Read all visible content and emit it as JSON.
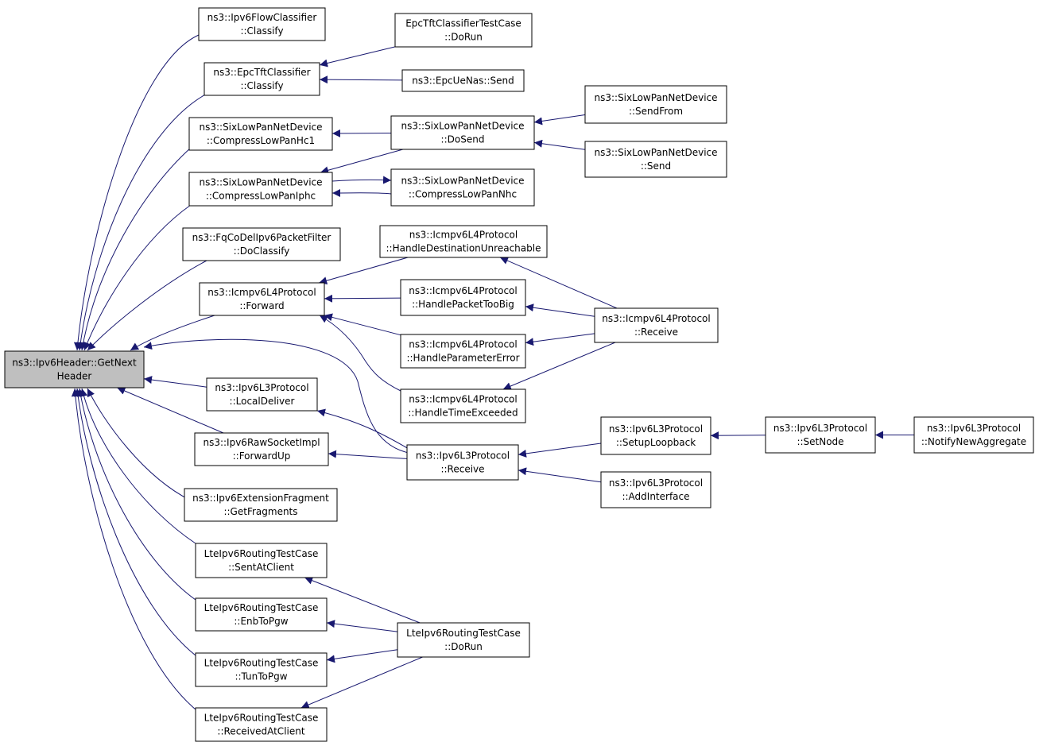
{
  "colors": {
    "edge": "#191970",
    "node_fill": "#ffffff",
    "root_fill": "#bfbfbf",
    "node_stroke": "#000000",
    "background": "#ffffff"
  },
  "nodes": [
    {
      "id": "root",
      "lines": [
        "ns3::Ipv6Header::GetNext",
        "Header"
      ],
      "highlight": true
    },
    {
      "id": "flowcls",
      "lines": [
        "ns3::Ipv6FlowClassifier",
        "::Classify"
      ]
    },
    {
      "id": "epccls",
      "lines": [
        "ns3::EpcTftClassifier",
        "::Classify"
      ]
    },
    {
      "id": "comphc1",
      "lines": [
        "ns3::SixLowPanNetDevice",
        "::CompressLowPanHc1"
      ]
    },
    {
      "id": "compiphc",
      "lines": [
        "ns3::SixLowPanNetDevice",
        "::CompressLowPanIphc"
      ]
    },
    {
      "id": "fqcodel",
      "lines": [
        "ns3::FqCoDelIpv6PacketFilter",
        "::DoClassify"
      ]
    },
    {
      "id": "icmpfwd",
      "lines": [
        "ns3::Icmpv6L4Protocol",
        "::Forward"
      ]
    },
    {
      "id": "localdeliver",
      "lines": [
        "ns3::Ipv6L3Protocol",
        "::LocalDeliver"
      ]
    },
    {
      "id": "rawfwd",
      "lines": [
        "ns3::Ipv6RawSocketImpl",
        "::ForwardUp"
      ]
    },
    {
      "id": "extfrag",
      "lines": [
        "ns3::Ipv6ExtensionFragment",
        "::GetFragments"
      ]
    },
    {
      "id": "sentclient",
      "lines": [
        "LteIpv6RoutingTestCase",
        "::SentAtClient"
      ]
    },
    {
      "id": "enbpgw",
      "lines": [
        "LteIpv6RoutingTestCase",
        "::EnbToPgw"
      ]
    },
    {
      "id": "tunpgw",
      "lines": [
        "LteIpv6RoutingTestCase",
        "::TunToPgw"
      ]
    },
    {
      "id": "recvclient",
      "lines": [
        "LteIpv6RoutingTestCase",
        "::ReceivedAtClient"
      ]
    },
    {
      "id": "epctestrun",
      "lines": [
        "EpcTftClassifierTestCase",
        "::DoRun"
      ]
    },
    {
      "id": "uenas",
      "lines": [
        "ns3::EpcUeNas::Send"
      ]
    },
    {
      "id": "dosend",
      "lines": [
        "ns3::SixLowPanNetDevice",
        "::DoSend"
      ]
    },
    {
      "id": "compnhc",
      "lines": [
        "ns3::SixLowPanNetDevice",
        "::CompressLowPanNhc"
      ]
    },
    {
      "id": "destunreach",
      "lines": [
        "ns3::Icmpv6L4Protocol",
        "::HandleDestinationUnreachable"
      ]
    },
    {
      "id": "pkttoobig",
      "lines": [
        "ns3::Icmpv6L4Protocol",
        "::HandlePacketTooBig"
      ]
    },
    {
      "id": "paramerr",
      "lines": [
        "ns3::Icmpv6L4Protocol",
        "::HandleParameterError"
      ]
    },
    {
      "id": "timeexc",
      "lines": [
        "ns3::Icmpv6L4Protocol",
        "::HandleTimeExceeded"
      ]
    },
    {
      "id": "l3recv",
      "lines": [
        "ns3::Ipv6L3Protocol",
        "::Receive"
      ]
    },
    {
      "id": "ltedorun",
      "lines": [
        "LteIpv6RoutingTestCase",
        "::DoRun"
      ]
    },
    {
      "id": "sendfrom",
      "lines": [
        "ns3::SixLowPanNetDevice",
        "::SendFrom"
      ]
    },
    {
      "id": "sixsend",
      "lines": [
        "ns3::SixLowPanNetDevice",
        "::Send"
      ]
    },
    {
      "id": "icmprecv",
      "lines": [
        "ns3::Icmpv6L4Protocol",
        "::Receive"
      ]
    },
    {
      "id": "setuploop",
      "lines": [
        "ns3::Ipv6L3Protocol",
        "::SetupLoopback"
      ]
    },
    {
      "id": "addif",
      "lines": [
        "ns3::Ipv6L3Protocol",
        "::AddInterface"
      ]
    },
    {
      "id": "setnode",
      "lines": [
        "ns3::Ipv6L3Protocol",
        "::SetNode"
      ]
    },
    {
      "id": "notifyagg",
      "lines": [
        "ns3::Ipv6L3Protocol",
        "::NotifyNewAggregate"
      ]
    }
  ],
  "edges": [
    {
      "from": "flowcls",
      "to": "root"
    },
    {
      "from": "epccls",
      "to": "root"
    },
    {
      "from": "comphc1",
      "to": "root"
    },
    {
      "from": "compiphc",
      "to": "root"
    },
    {
      "from": "fqcodel",
      "to": "root"
    },
    {
      "from": "icmpfwd",
      "to": "root"
    },
    {
      "from": "l3recv",
      "to": "root"
    },
    {
      "from": "localdeliver",
      "to": "root"
    },
    {
      "from": "rawfwd",
      "to": "root"
    },
    {
      "from": "extfrag",
      "to": "root"
    },
    {
      "from": "sentclient",
      "to": "root"
    },
    {
      "from": "enbpgw",
      "to": "root"
    },
    {
      "from": "tunpgw",
      "to": "root"
    },
    {
      "from": "recvclient",
      "to": "root"
    },
    {
      "from": "epctestrun",
      "to": "epccls"
    },
    {
      "from": "uenas",
      "to": "epccls"
    },
    {
      "from": "dosend",
      "to": "comphc1"
    },
    {
      "from": "dosend",
      "to": "compiphc"
    },
    {
      "from": "compnhc",
      "to": "compiphc"
    },
    {
      "from": "compiphc",
      "to": "compnhc"
    },
    {
      "from": "sendfrom",
      "to": "dosend"
    },
    {
      "from": "sixsend",
      "to": "dosend"
    },
    {
      "from": "destunreach",
      "to": "icmpfwd"
    },
    {
      "from": "pkttoobig",
      "to": "icmpfwd"
    },
    {
      "from": "paramerr",
      "to": "icmpfwd"
    },
    {
      "from": "timeexc",
      "to": "icmpfwd"
    },
    {
      "from": "icmprecv",
      "to": "destunreach"
    },
    {
      "from": "icmprecv",
      "to": "pkttoobig"
    },
    {
      "from": "icmprecv",
      "to": "paramerr"
    },
    {
      "from": "icmprecv",
      "to": "timeexc"
    },
    {
      "from": "l3recv",
      "to": "localdeliver"
    },
    {
      "from": "l3recv",
      "to": "rawfwd"
    },
    {
      "from": "setuploop",
      "to": "l3recv"
    },
    {
      "from": "addif",
      "to": "l3recv"
    },
    {
      "from": "setnode",
      "to": "setuploop"
    },
    {
      "from": "notifyagg",
      "to": "setnode"
    },
    {
      "from": "ltedorun",
      "to": "sentclient"
    },
    {
      "from": "ltedorun",
      "to": "enbpgw"
    },
    {
      "from": "ltedorun",
      "to": "tunpgw"
    },
    {
      "from": "ltedorun",
      "to": "recvclient"
    }
  ]
}
